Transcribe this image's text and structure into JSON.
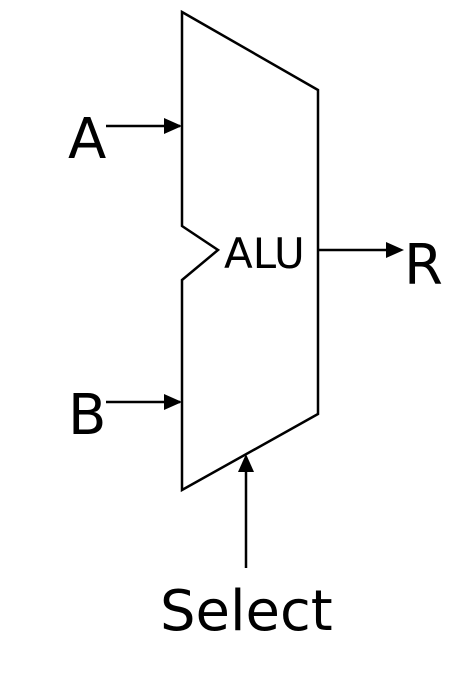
{
  "diagram": {
    "block_label": "ALU",
    "inputs": [
      {
        "id": "A",
        "label": "A"
      },
      {
        "id": "B",
        "label": "B"
      }
    ],
    "output": {
      "id": "R",
      "label": "R"
    },
    "control": {
      "id": "select",
      "label": "Select"
    },
    "stroke_color": "#000000",
    "background": "#ffffff"
  }
}
